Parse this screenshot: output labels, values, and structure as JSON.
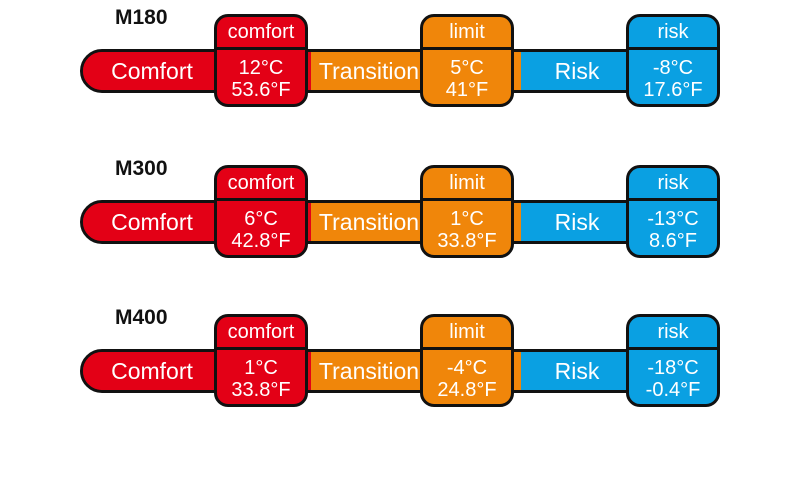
{
  "labels": {
    "comfort_zone": "Comfort",
    "transition_zone": "Transition",
    "risk_zone": "Risk",
    "comfort_header": "comfort",
    "limit_header": "limit",
    "risk_header": "risk"
  },
  "colors": {
    "comfort": "#e30016",
    "transition": "#f0860a",
    "risk": "#0aa0e2",
    "outline": "#111111"
  },
  "models": [
    {
      "name": "M180",
      "comfort": {
        "c": "12°C",
        "f": "53.6°F"
      },
      "limit": {
        "c": "5°C",
        "f": "41°F"
      },
      "risk": {
        "c": "-8°C",
        "f": "17.6°F"
      }
    },
    {
      "name": "M300",
      "comfort": {
        "c": "6°C",
        "f": "42.8°F"
      },
      "limit": {
        "c": "1°C",
        "f": "33.8°F"
      },
      "risk": {
        "c": "-13°C",
        "f": "8.6°F"
      }
    },
    {
      "name": "M400",
      "comfort": {
        "c": "1°C",
        "f": "33.8°F"
      },
      "limit": {
        "c": "-4°C",
        "f": "24.8°F"
      },
      "risk": {
        "c": "-18°C",
        "f": "-0.4°F"
      }
    }
  ]
}
